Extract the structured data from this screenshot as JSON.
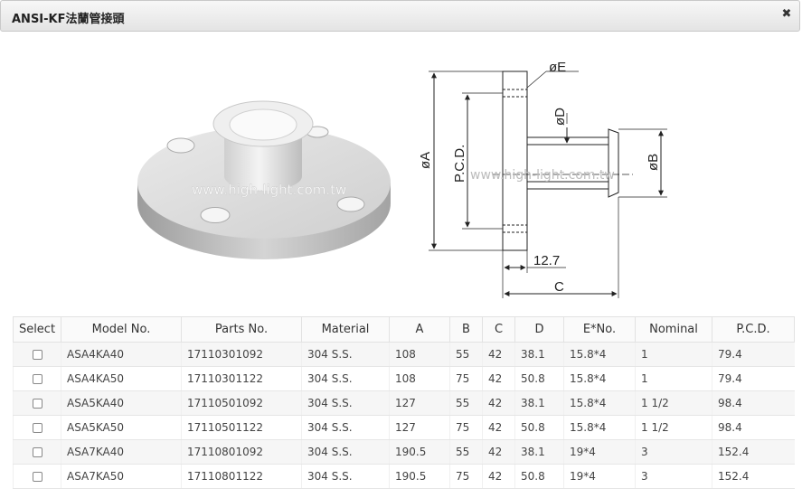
{
  "window": {
    "title": "ANSI-KF法蘭管接頭",
    "close_icon": "close-icon"
  },
  "figure": {
    "watermark": "www.high-light.com.tw",
    "dims": {
      "e": "øE",
      "d": "øD",
      "a": "øA",
      "pcd": "P.C.D.",
      "b": "øB",
      "t": "12.7",
      "c": "C"
    }
  },
  "table": {
    "headers": [
      "Select",
      "Model No.",
      "Parts No.",
      "Material",
      "A",
      "B",
      "C",
      "D",
      "E*No.",
      "Nominal",
      "P.C.D."
    ],
    "rows": [
      [
        "ASA4KA40",
        "17110301092",
        "304 S.S.",
        "108",
        "55",
        "42",
        "38.1",
        "15.8*4",
        "1",
        "79.4"
      ],
      [
        "ASA4KA50",
        "17110301122",
        "304 S.S.",
        "108",
        "75",
        "42",
        "50.8",
        "15.8*4",
        "1",
        "79.4"
      ],
      [
        "ASA5KA40",
        "17110501092",
        "304 S.S.",
        "127",
        "55",
        "42",
        "38.1",
        "15.8*4",
        "1 1/2",
        "98.4"
      ],
      [
        "ASA5KA50",
        "17110501122",
        "304 S.S.",
        "127",
        "75",
        "42",
        "50.8",
        "15.8*4",
        "1 1/2",
        "98.4"
      ],
      [
        "ASA7KA40",
        "17110801092",
        "304 S.S.",
        "190.5",
        "55",
        "42",
        "38.1",
        "19*4",
        "3",
        "152.4"
      ],
      [
        "ASA7KA50",
        "17110801122",
        "304 S.S.",
        "190.5",
        "75",
        "42",
        "50.8",
        "19*4",
        "3",
        "152.4"
      ]
    ]
  }
}
